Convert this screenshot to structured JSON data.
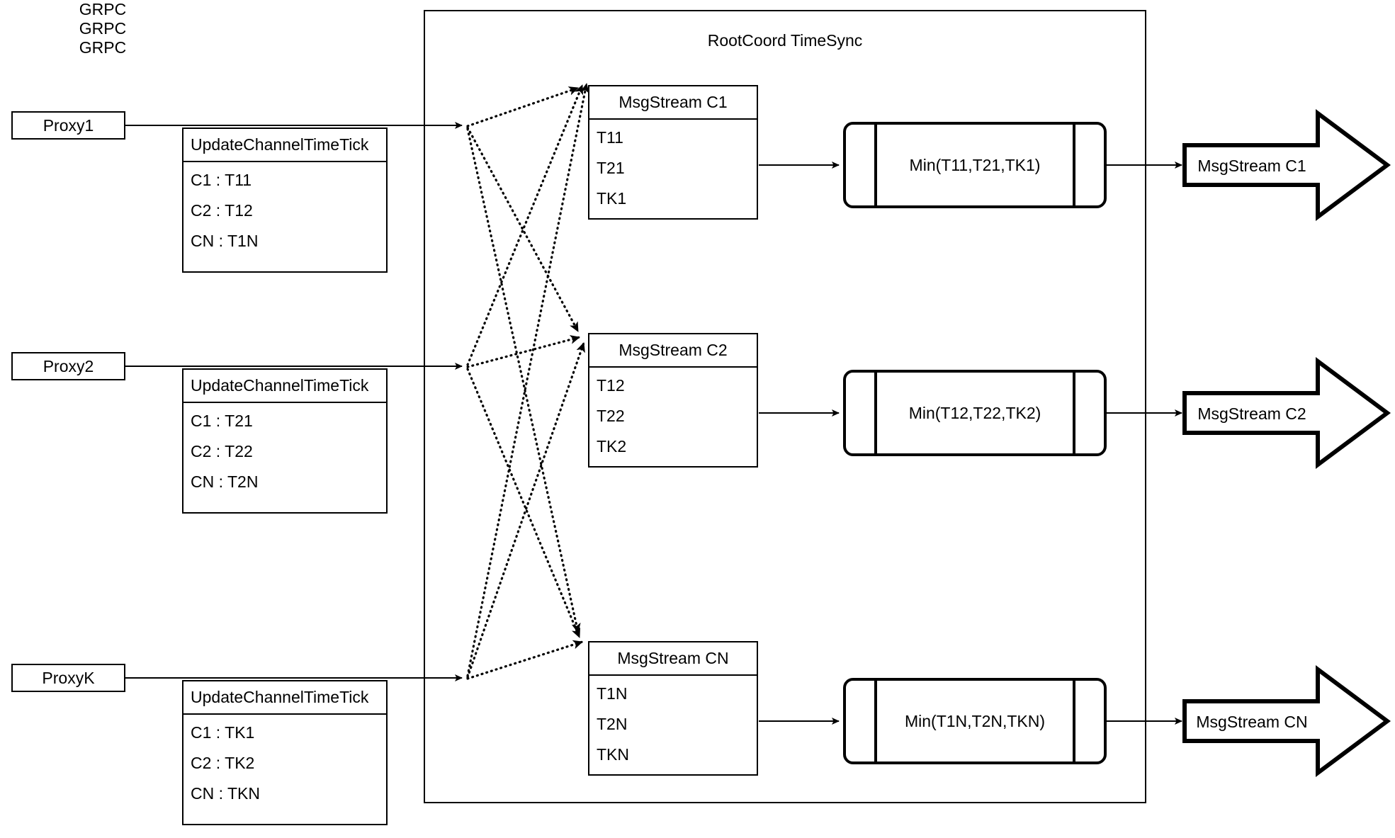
{
  "diagram": {
    "title": "RootCoord TimeSync",
    "group_label": "RootCoord TimeSync",
    "grpc_label": "GRPC",
    "proxies": [
      {
        "name": "Proxy1",
        "link_label": "GRPC",
        "tick_title": "UpdateChannelTimeTick",
        "tick_rows": [
          "C1 :  T11",
          "C2 :  T12",
          "CN : T1N"
        ]
      },
      {
        "name": "Proxy2",
        "link_label": "GRPC",
        "tick_title": "UpdateChannelTimeTick",
        "tick_rows": [
          "C1 :  T21",
          "C2 :  T22",
          "CN : T2N"
        ]
      },
      {
        "name": "ProxyK",
        "link_label": "GRPC",
        "tick_title": "UpdateChannelTimeTick",
        "tick_rows": [
          "C1 :  TK1",
          "C2 :  TK2",
          "CN : TKN"
        ]
      }
    ],
    "channels": [
      {
        "stream_title": "MsgStream C1",
        "stream_rows": [
          "T11",
          "T21",
          "TK1"
        ],
        "min_label": "Min(T11,T21,TK1)",
        "output_label": "MsgStream C1"
      },
      {
        "stream_title": "MsgStream C2",
        "stream_rows": [
          "T12",
          "T22",
          "TK2"
        ],
        "min_label": "Min(T12,T22,TK2)",
        "output_label": "MsgStream C2"
      },
      {
        "stream_title": "MsgStream CN",
        "stream_rows": [
          "T1N",
          "T2N",
          "TKN"
        ],
        "min_label": "Min(T1N,T2N,TKN)",
        "output_label": "MsgStream CN"
      }
    ],
    "colors": {
      "stroke": "#000000",
      "background": "#ffffff"
    }
  }
}
